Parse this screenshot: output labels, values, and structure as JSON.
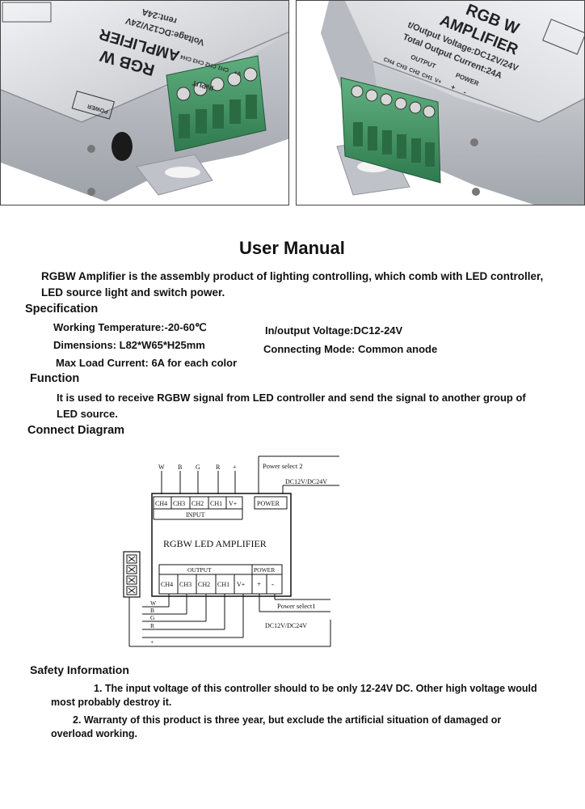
{
  "photos": {
    "left": {
      "printed_text": [
        "RGB W",
        "AMPLIFIER",
        "Voltage:DC12V/24V",
        "rent:24A",
        "INPUT",
        "CH4",
        "CH3",
        "CH2",
        "CH1",
        "V+",
        "POWER"
      ]
    },
    "right": {
      "printed_text": [
        "RGB W",
        "AMPLIFIER",
        "t/Output Voltage:DC12V/24V",
        "Total Output Current:24A",
        "OUTPUT",
        "CH4",
        "CH3",
        "CH2",
        "CH1",
        "V+",
        "POWER",
        "+",
        "-"
      ]
    }
  },
  "manual": {
    "title": "User Manual",
    "intro_line1": "RGBW Amplifier is the assembly product of lighting controlling, which comb with LED controller,",
    "intro_line2": "LED source light and switch power.",
    "specification_heading": "Specification",
    "spec_temperature": "Working Temperature:-20-60℃",
    "spec_dimensions": "Dimensions: L82*W65*H25mm",
    "spec_max_load": "Max Load Current: 6A for each color",
    "spec_voltage": "In/output Voltage:DC12-24V",
    "spec_connecting": "Connecting Mode: Common anode",
    "function_heading": "Function",
    "function_line1": "It is used to receive RGBW signal from LED controller and send the signal to another group of",
    "function_line2": "LED source.",
    "diagram_heading": "Connect Diagram",
    "safety_heading": "Safety Information",
    "safety_1_line1": "1. The input voltage of this controller should to be only 12-24V DC. Other high voltage would",
    "safety_1_line2": "most probably destroy it.",
    "safety_2_line1": "2. Warranty of this product is three year, but exclude the artificial situation of damaged or",
    "safety_2_line2": "overload working."
  },
  "diagram": {
    "input_wire_labels": [
      "W",
      "B",
      "G",
      "R",
      "+"
    ],
    "power_select_top": "Power select 2",
    "voltage_top": "DC12V/DC24V",
    "input_channels": [
      "CH4",
      "CH3",
      "CH2",
      "CH1",
      "V+"
    ],
    "input_label": "INPUT",
    "power_label_top": "POWER",
    "device_title": "RGBW LED AMPLIFIER",
    "output_label": "OUTPUT",
    "output_power_label": "POWER",
    "output_channels": [
      "CH4",
      "CH3",
      "CH2",
      "CH1",
      "V+"
    ],
    "power_terminals": [
      "+",
      "-"
    ],
    "output_wire_labels": [
      "W",
      "B",
      "G",
      "R",
      "+"
    ],
    "power_select_bottom": "Power select1",
    "voltage_bottom": "DC12V/DC24V"
  }
}
